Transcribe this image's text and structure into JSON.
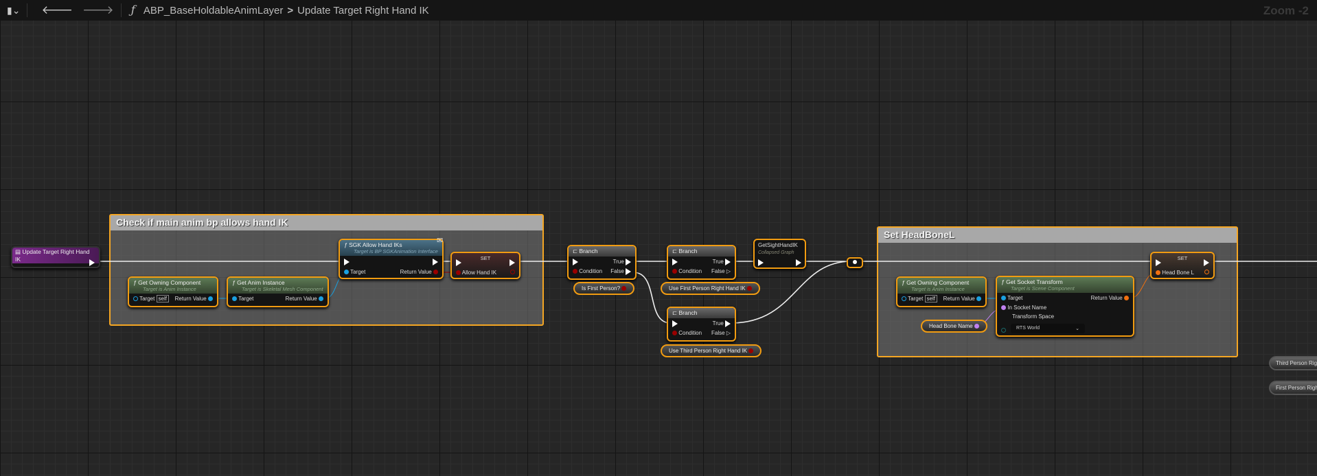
{
  "topbar": {
    "bookmark_icon": "bookmark-icon",
    "back_icon": "arrow-left-icon",
    "forward_icon": "arrow-right-icon",
    "function_icon": "ƒ",
    "crumb_blueprint": "ABP_BaseHoldableAnimLayer",
    "crumb_sep": ">",
    "crumb_function": "Update Target Right Hand IK",
    "zoom": "Zoom -2"
  },
  "comments": {
    "c1": "Check if main anim bp allows hand IK",
    "c2": "Set HeadBoneL"
  },
  "nodes": {
    "entry": {
      "title": "Update Target Right Hand IK"
    },
    "owning1": {
      "title": "Get Owning Component",
      "sub": "Target is Anim Instance",
      "target": "Target",
      "self": "self",
      "ret": "Return Value"
    },
    "animinst": {
      "title": "Get Anim Instance",
      "sub": "Target is Skeletal Mesh Component",
      "target": "Target",
      "ret": "Return Value"
    },
    "sgk": {
      "title": "SGK Allow Hand IKs",
      "sub": "Target is BP SGKAnimation Interface",
      "target": "Target",
      "ret": "Return Value"
    },
    "set1": {
      "title": "SET",
      "pin": "Allow Hand IK"
    },
    "branch1": {
      "title": "Branch",
      "true": "True",
      "false": "False",
      "cond": "Condition"
    },
    "branch2": {
      "title": "Branch",
      "true": "True",
      "false": "False",
      "cond": "Condition"
    },
    "branch3": {
      "title": "Branch",
      "true": "True",
      "false": "False",
      "cond": "Condition"
    },
    "sight": {
      "title": "GetSightHandIK",
      "sub": "Collapsed Graph"
    },
    "owning2": {
      "title": "Get Owning Component",
      "sub": "Target is Anim Instance",
      "target": "Target",
      "self": "self",
      "ret": "Return Value"
    },
    "socket": {
      "title": "Get Socket Transform",
      "sub": "Target is Scene Component",
      "target": "Target",
      "socket": "In Socket Name",
      "space": "Transform Space",
      "space_value": "RTS World",
      "ret": "Return Value"
    },
    "set2": {
      "title": "SET",
      "pin": "Head Bone L"
    }
  },
  "vars": {
    "isfirst": "Is First Person?",
    "usefirst": "Use First Person Right Hand IK",
    "usethird": "Use Third Person Right Hand IK",
    "headbone": "Head Bone Name",
    "third_edge": "Third Person Right",
    "first_edge": "First Person Right H"
  }
}
